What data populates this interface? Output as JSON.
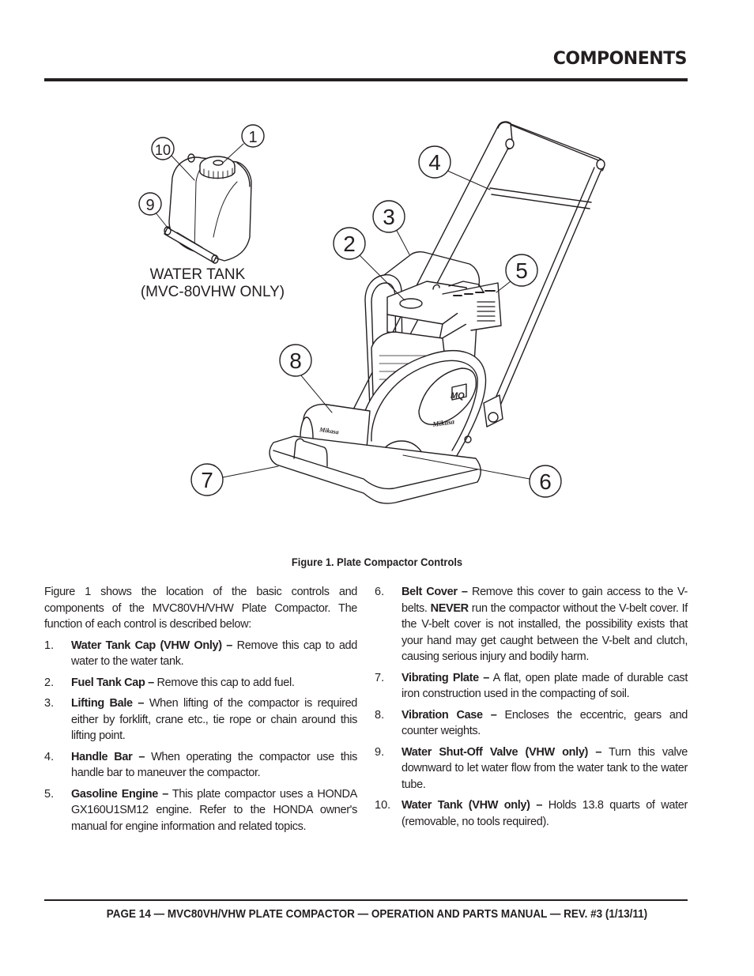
{
  "header": {
    "title": "COMPONENTS"
  },
  "figure": {
    "caption": "Figure 1. Plate Compactor Controls",
    "inset_label_line1": "WATER TANK",
    "inset_label_line2": "(MVC-80VHW ONLY)",
    "callouts": [
      "1",
      "2",
      "3",
      "4",
      "5",
      "6",
      "7",
      "8",
      "9",
      "10"
    ],
    "logo_text": "Mikasa",
    "brand_badge": "MQ"
  },
  "intro": "Figure 1 shows the location of the basic controls and components of the MVC80VH/VHW Plate Compactor. The function of each control  is described below:",
  "items": [
    {
      "num": "1.",
      "term": "Water Tank Cap (VHW Only) –",
      "text": " Remove this cap to add water to the water tank."
    },
    {
      "num": "2.",
      "term": "Fuel Tank Cap –",
      "text": " Remove this cap to add fuel."
    },
    {
      "num": "3.",
      "term": "Lifting Bale –",
      "text": " When lifting of the compactor is required either by forklift, crane etc., tie rope or chain around this lifting point."
    },
    {
      "num": "4.",
      "term": "Handle Bar  –",
      "text": " When operating the compactor use this handle bar  to maneuver  the compactor."
    },
    {
      "num": "5.",
      "term": "Gasoline Engine –",
      "text": " This plate compactor uses a HONDA GX160U1SM12 engine. Refer to the HONDA owner's manual for  engine information and related topics."
    },
    {
      "num": "6.",
      "term": "Belt Cover –",
      "text_a": " Remove this cover to gain access to the V-belts. ",
      "emph": "NEVER",
      "text_b": " run the compactor without the V-belt cover. If the V-belt cover is not installed, the possibility exists that your hand may get caught between the V-belt and clutch, causing serious injury and bodily harm."
    },
    {
      "num": "7.",
      "term": "Vibrating Plate –",
      "text": " A flat, open plate made of durable cast iron construction used in the compacting of soil."
    },
    {
      "num": "8.",
      "term": "Vibration Case –",
      "text": " Encloses the eccentric, gears and counter weights."
    },
    {
      "num": "9.",
      "term": "Water Shut-Off Valve (VHW only) –",
      "text": " Turn this valve downward to let water flow from the water tank to the water tube."
    },
    {
      "num": "10.",
      "term": "Water Tank (VHW only) –",
      "text": " Holds 13.8 quarts of water (removable, no tools required)."
    }
  ],
  "footer": {
    "text": "PAGE 14 — MVC80VH/VHW PLATE COMPACTOR — OPERATION AND PARTS MANUAL — REV. #3 (1/13/11)"
  }
}
